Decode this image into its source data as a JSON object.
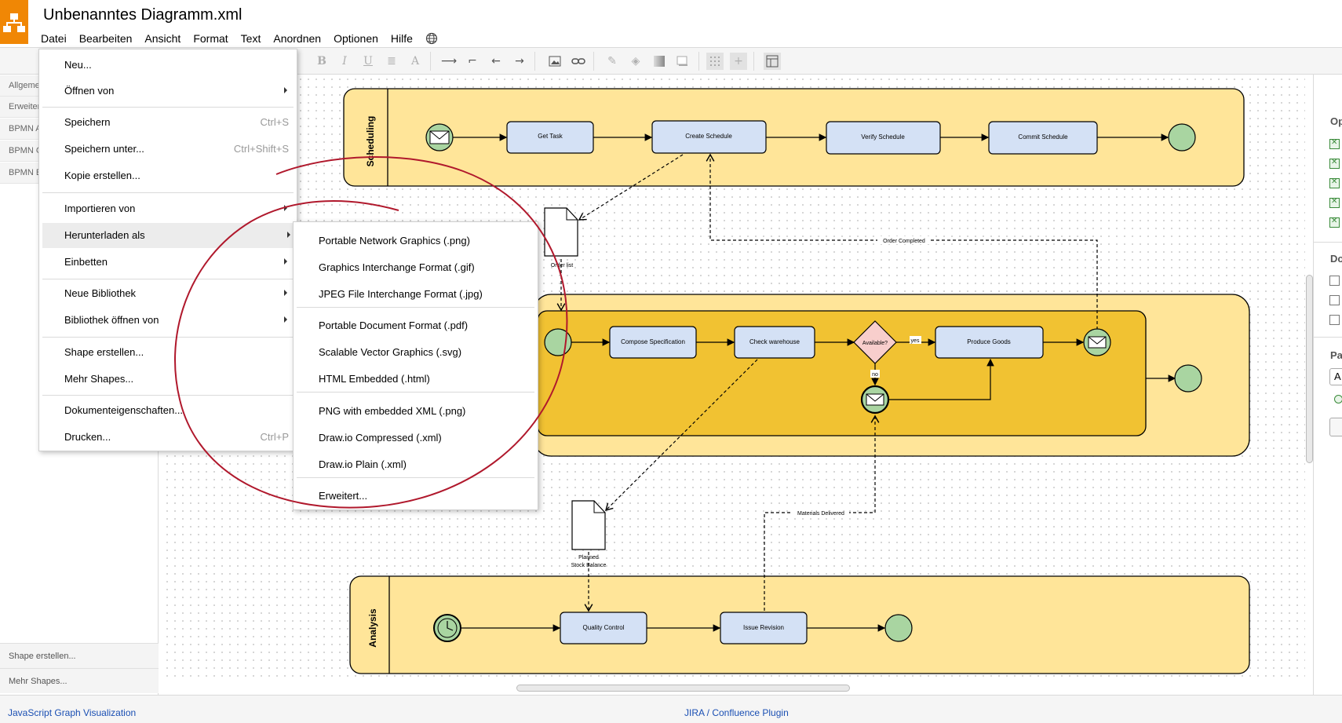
{
  "window": {
    "title": "Unbenanntes Diagramm.xml"
  },
  "menubar": {
    "items": [
      "Datei",
      "Bearbeiten",
      "Ansicht",
      "Format",
      "Text",
      "Anordnen",
      "Optionen",
      "Hilfe"
    ]
  },
  "sidebar": {
    "sections": [
      "Allgemein",
      "Erweitert",
      "BPMN Allgemein",
      "BPMN Gateways",
      "BPMN Events"
    ],
    "footer": [
      "Shape erstellen...",
      "Mehr Shapes..."
    ]
  },
  "file_menu": {
    "items": [
      {
        "label": "Neu...",
        "shortcut": "",
        "submenu": false
      },
      {
        "label": "Öffnen von",
        "shortcut": "",
        "submenu": true
      },
      {
        "label": "Speichern",
        "shortcut": "Ctrl+S",
        "submenu": false
      },
      {
        "label": "Speichern unter...",
        "shortcut": "Ctrl+Shift+S",
        "submenu": false
      },
      {
        "label": "Kopie erstellen...",
        "shortcut": "",
        "submenu": false
      },
      {
        "label": "Importieren von",
        "shortcut": "",
        "submenu": true
      },
      {
        "label": "Herunterladen als",
        "shortcut": "",
        "submenu": true,
        "highlighted": true
      },
      {
        "label": "Einbetten",
        "shortcut": "",
        "submenu": true
      },
      {
        "label": "Neue Bibliothek",
        "shortcut": "",
        "submenu": true
      },
      {
        "label": "Bibliothek öffnen von",
        "shortcut": "",
        "submenu": true
      },
      {
        "label": "Shape erstellen...",
        "shortcut": "",
        "submenu": false
      },
      {
        "label": "Mehr Shapes...",
        "shortcut": "",
        "submenu": false
      },
      {
        "label": "Dokumenteigenschaften...",
        "shortcut": "",
        "submenu": false
      },
      {
        "label": "Drucken...",
        "shortcut": "Ctrl+P",
        "submenu": false
      }
    ]
  },
  "download_submenu": {
    "items": [
      "Portable Network Graphics (.png)",
      "Graphics Interchange Format (.gif)",
      "JPEG File Interchange Format (.jpg)",
      "Portable Document Format (.pdf)",
      "Scalable Vector Graphics (.svg)",
      "HTML Embedded (.html)",
      "PNG with embedded XML (.png)",
      "Draw.io Compressed (.xml)",
      "Draw.io Plain (.xml)",
      "Erweitert..."
    ]
  },
  "diagram": {
    "pools": [
      "Scheduling",
      "Analysis"
    ],
    "tasks": {
      "get_task": "Get Task",
      "create_schedule": "Create Schedule",
      "verify_schedule": "Verify Schedule",
      "commit_schedule": "Commit Schedule",
      "compose_spec": "Compose Specification",
      "check_warehouse": "Check warehouse",
      "produce_goods": "Produce Goods",
      "quality_control": "Quality Control",
      "issue_revision": "Issue Revision"
    },
    "gateway": "Available?",
    "labels": {
      "yes": "yes",
      "no": "no",
      "order_completed": "Order Completed",
      "materials_delivered": "Materials Delivered",
      "order_list": "Order list",
      "planned_1": "Planned",
      "planned_2": "Stock Balance"
    }
  },
  "right_panel": {
    "labels": [
      "Op",
      "Do",
      "Pa",
      "A"
    ]
  },
  "status_bar": {
    "left": "JavaScript Graph Visualization",
    "middle": "JIRA / Confluence Plugin"
  },
  "colors": {
    "logo": "#f08705",
    "pool": "#ffe599",
    "lane": "#f1c232",
    "task": "#d4e1f5",
    "start_end": "#a9d5a1",
    "gateway": "#f8cecc",
    "highlight_circle": "#b0182c",
    "link": "#1a4fb3"
  }
}
